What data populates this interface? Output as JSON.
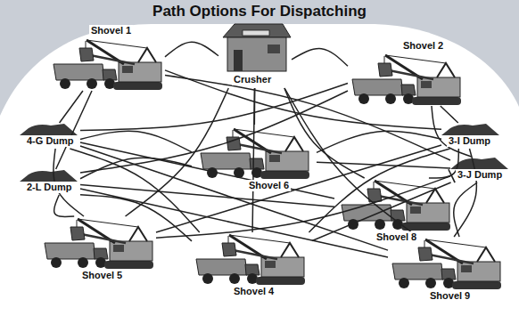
{
  "diagram": {
    "title": "Path Options For Dispatching",
    "nodes": [
      {
        "text": [
          "Shovel 1"
        ]
      },
      {
        "text": [
          "Crusher"
        ]
      },
      {
        "text": [
          "Shovel 2"
        ]
      },
      {
        "text": [
          "4-G Dump"
        ]
      },
      {
        "text": [
          "3-I Dump"
        ]
      },
      {
        "text": [
          "Shovel 6"
        ]
      },
      {
        "text": [
          "3-J Dump"
        ]
      },
      {
        "text": [
          "2-L Dump"
        ]
      },
      {
        "text": [
          "Shovel 8"
        ]
      },
      {
        "text": [
          "Shovel 5"
        ]
      },
      {
        "text": [
          "Shovel 4"
        ]
      },
      {
        "text": [
          "Shovel 9"
        ]
      }
    ],
    "edges": [
      {
        "from": 0,
        "to": 1,
        "arrow": "none"
      },
      {
        "from": 0,
        "to": 3,
        "arrow": "none"
      },
      {
        "from": 0,
        "to": 4,
        "arrow": "none"
      },
      {
        "from": 0,
        "to": 6,
        "arrow": "none"
      },
      {
        "from": 0,
        "to": 7,
        "arrow": "none"
      },
      {
        "from": 2,
        "to": 1,
        "arrow": "none"
      },
      {
        "from": 2,
        "to": 3,
        "arrow": "none"
      },
      {
        "from": 2,
        "to": 4,
        "arrow": "none"
      },
      {
        "from": 2,
        "to": 6,
        "arrow": "none"
      },
      {
        "from": 2,
        "to": 7,
        "arrow": "none"
      },
      {
        "from": 5,
        "to": 1,
        "arrow": "none"
      },
      {
        "from": 5,
        "to": 3,
        "arrow": "none"
      },
      {
        "from": 5,
        "to": 4,
        "arrow": "none"
      },
      {
        "from": 5,
        "to": 6,
        "arrow": "none"
      },
      {
        "from": 5,
        "to": 7,
        "arrow": "none"
      },
      {
        "from": 8,
        "to": 1,
        "arrow": "none"
      },
      {
        "from": 8,
        "to": 3,
        "arrow": "none"
      },
      {
        "from": 8,
        "to": 4,
        "arrow": "none"
      },
      {
        "from": 8,
        "to": 6,
        "arrow": "none"
      },
      {
        "from": 8,
        "to": 7,
        "arrow": "none"
      },
      {
        "from": 9,
        "to": 1,
        "arrow": "none"
      },
      {
        "from": 9,
        "to": 3,
        "arrow": "none"
      },
      {
        "from": 9,
        "to": 4,
        "arrow": "none"
      },
      {
        "from": 9,
        "to": 6,
        "arrow": "none"
      },
      {
        "from": 9,
        "to": 7,
        "arrow": "none"
      },
      {
        "from": 10,
        "to": 1,
        "arrow": "none"
      },
      {
        "from": 10,
        "to": 3,
        "arrow": "none"
      },
      {
        "from": 10,
        "to": 4,
        "arrow": "none"
      },
      {
        "from": 10,
        "to": 6,
        "arrow": "none"
      },
      {
        "from": 10,
        "to": 7,
        "arrow": "none"
      },
      {
        "from": 11,
        "to": 1,
        "arrow": "none"
      },
      {
        "from": 11,
        "to": 3,
        "arrow": "none"
      },
      {
        "from": 11,
        "to": 4,
        "arrow": "none"
      },
      {
        "from": 11,
        "to": 6,
        "arrow": "none"
      },
      {
        "from": 11,
        "to": 7,
        "arrow": "none"
      }
    ]
  }
}
